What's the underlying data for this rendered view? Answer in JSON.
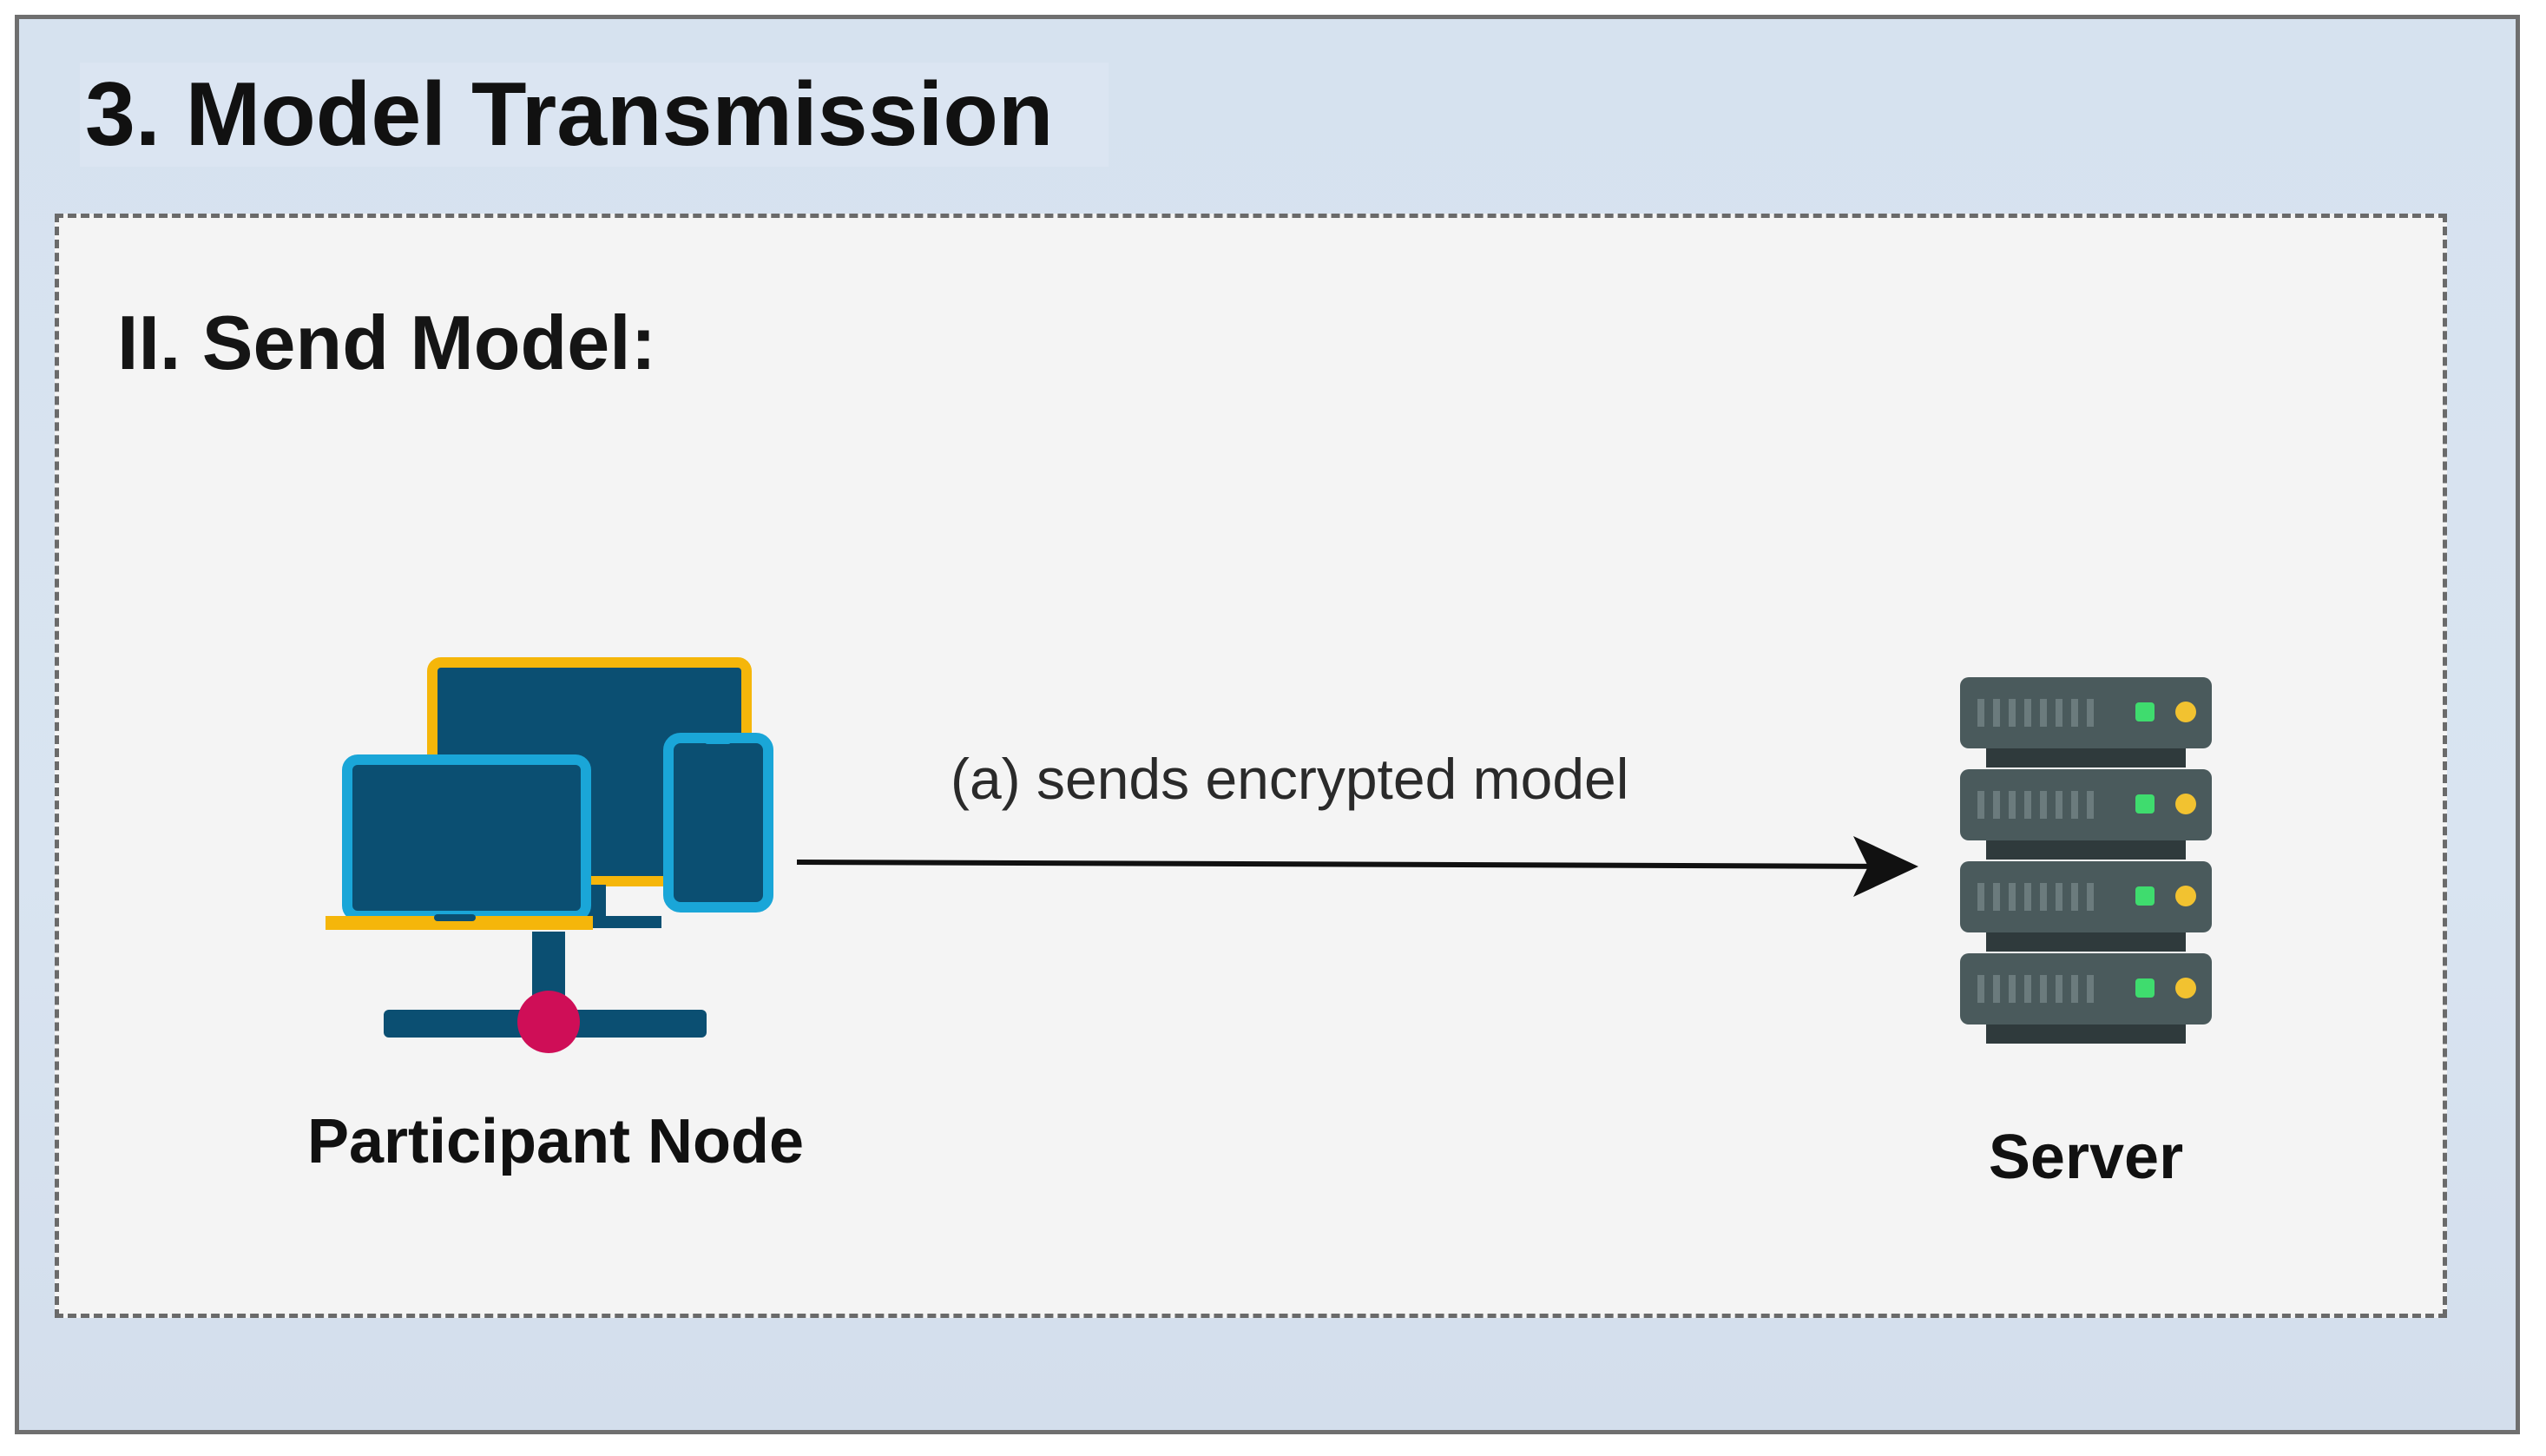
{
  "panel": {
    "title": "3. Model Transmission"
  },
  "section": {
    "title": "II. Send Model:"
  },
  "nodes": {
    "participant": {
      "label": "Participant Node",
      "icon": "devices-network-icon"
    },
    "server": {
      "label": "Server",
      "icon": "server-rack-icon"
    }
  },
  "edge": {
    "label": "(a) sends encrypted model"
  },
  "colors": {
    "outer_background": "#d6e2ef",
    "inner_background": "#f4f4f4",
    "device_dark": "#0b4f72",
    "device_frame_yellow": "#f5b60a",
    "device_frame_cyan": "#1aa6d8",
    "network_node_pink": "#cf0e57",
    "server_body": "#4a5a5c",
    "server_led_green": "#3fdc6e",
    "server_led_yellow": "#f2c230",
    "arrow": "#111111"
  }
}
